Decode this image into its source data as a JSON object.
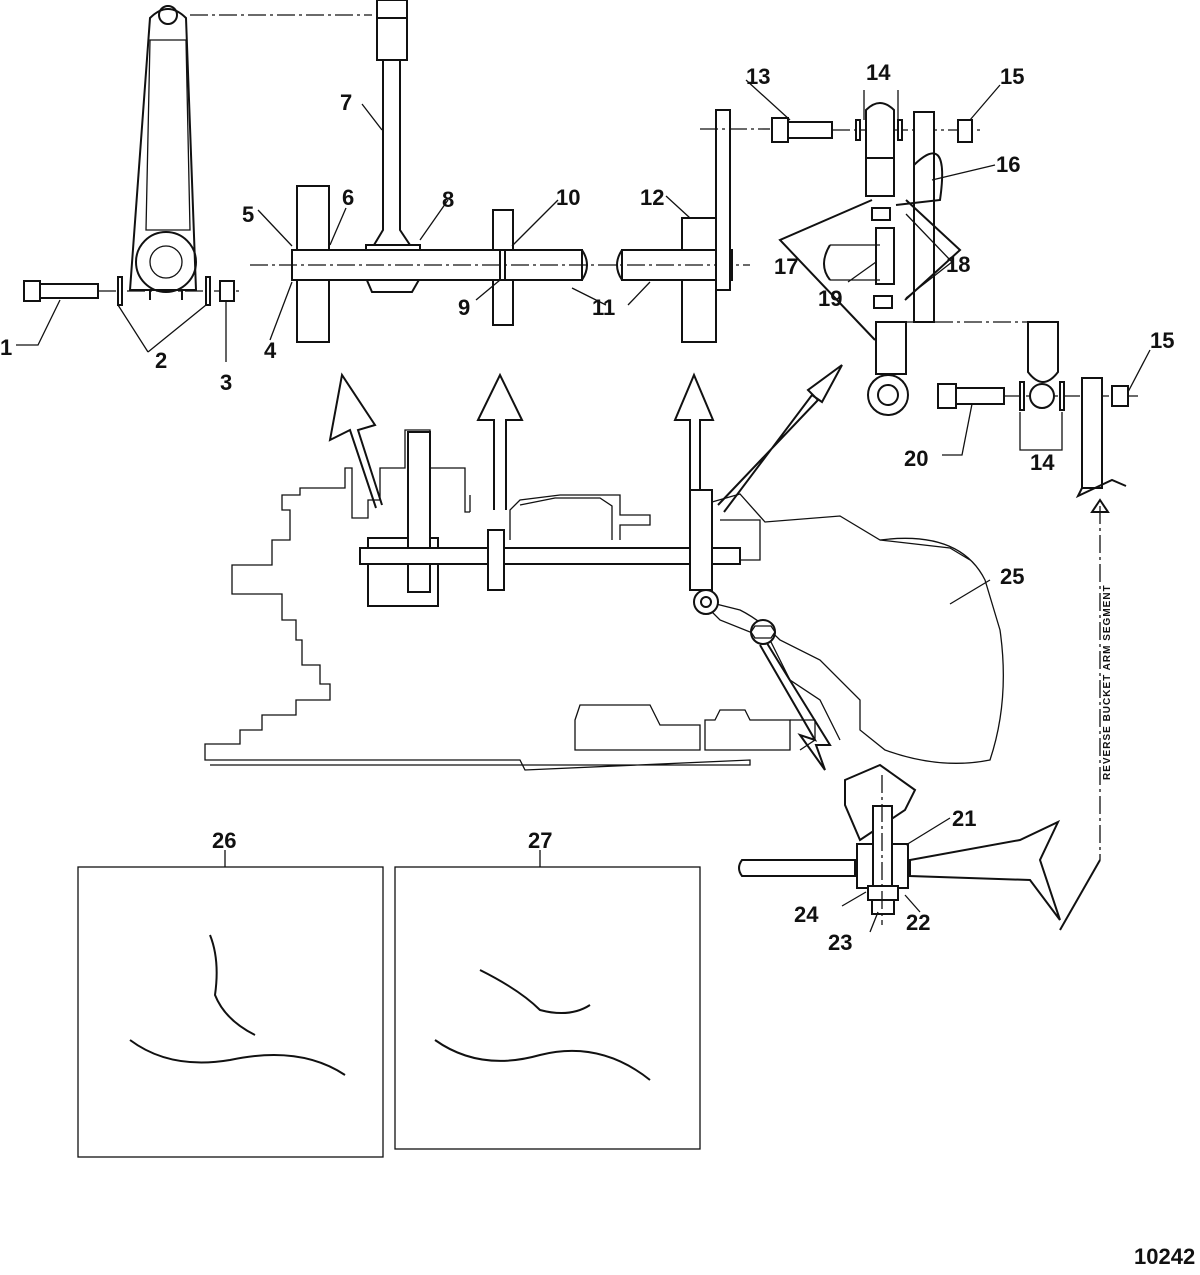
{
  "figure_number": "10242",
  "segment_label": "REVERSE BUCKET ARM SEGMENT",
  "callouts": {
    "c1": "1",
    "c2": "2",
    "c3": "3",
    "c4": "4",
    "c5": "5",
    "c6": "6",
    "c7": "7",
    "c8": "8",
    "c9": "9",
    "c10": "10",
    "c11": "11",
    "c12": "12",
    "c13": "13",
    "c14a": "14",
    "c14b": "14",
    "c15a": "15",
    "c15b": "15",
    "c16": "16",
    "c17": "17",
    "c18": "18",
    "c19": "19",
    "c20": "20",
    "c21": "21",
    "c22": "22",
    "c23": "23",
    "c24": "24",
    "c25": "25",
    "c26": "26",
    "c27": "27"
  }
}
